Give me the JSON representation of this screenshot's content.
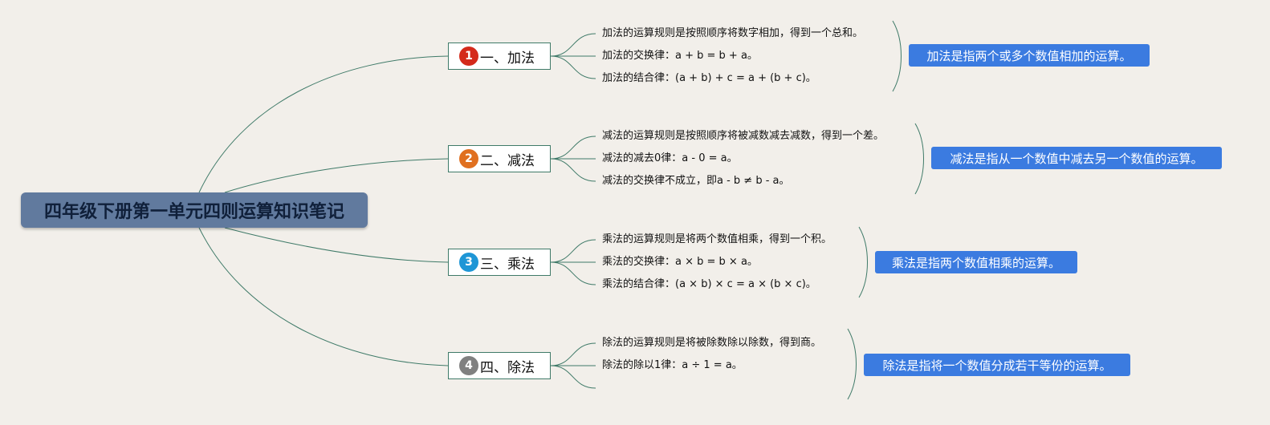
{
  "root": {
    "title": "四年级下册第一单元四则运算知识笔记"
  },
  "colors": {
    "background": "#f2efea",
    "root_fill": "#617a9e",
    "connector": "#3f7a68",
    "summary_fill": "#3b7be0",
    "badge": [
      "#d42a1b",
      "#e07020",
      "#1e96d6",
      "#808080"
    ]
  },
  "branches": [
    {
      "number": "1",
      "label": "一、加法",
      "leaves": [
        "加法的运算规则是按照顺序将数字相加，得到一个总和。",
        "加法的交换律：a + b = b + a。",
        "加法的结合律：(a + b) + c = a + (b + c)。"
      ],
      "summary": "加法是指两个或多个数值相加的运算。"
    },
    {
      "number": "2",
      "label": "二、减法",
      "leaves": [
        "减法的运算规则是按照顺序将被减数减去减数，得到一个差。",
        "减法的减去0律：a - 0 = a。",
        "减法的交换律不成立，即a - b ≠ b - a。"
      ],
      "summary": "减法是指从一个数值中减去另一个数值的运算。"
    },
    {
      "number": "3",
      "label": "三、乘法",
      "leaves": [
        "乘法的运算规则是将两个数值相乘，得到一个积。",
        "乘法的交换律：a × b = b × a。",
        "乘法的结合律：(a × b) × c = a × (b × c)。"
      ],
      "summary": "乘法是指两个数值相乘的运算。"
    },
    {
      "number": "4",
      "label": "四、除法",
      "leaves": [
        "除法的运算规则是将被除数除以除数，得到商。",
        "除法的除以1律：a ÷ 1 = a。",
        ""
      ],
      "summary": "除法是指将一个数值分成若干等份的运算。"
    }
  ]
}
